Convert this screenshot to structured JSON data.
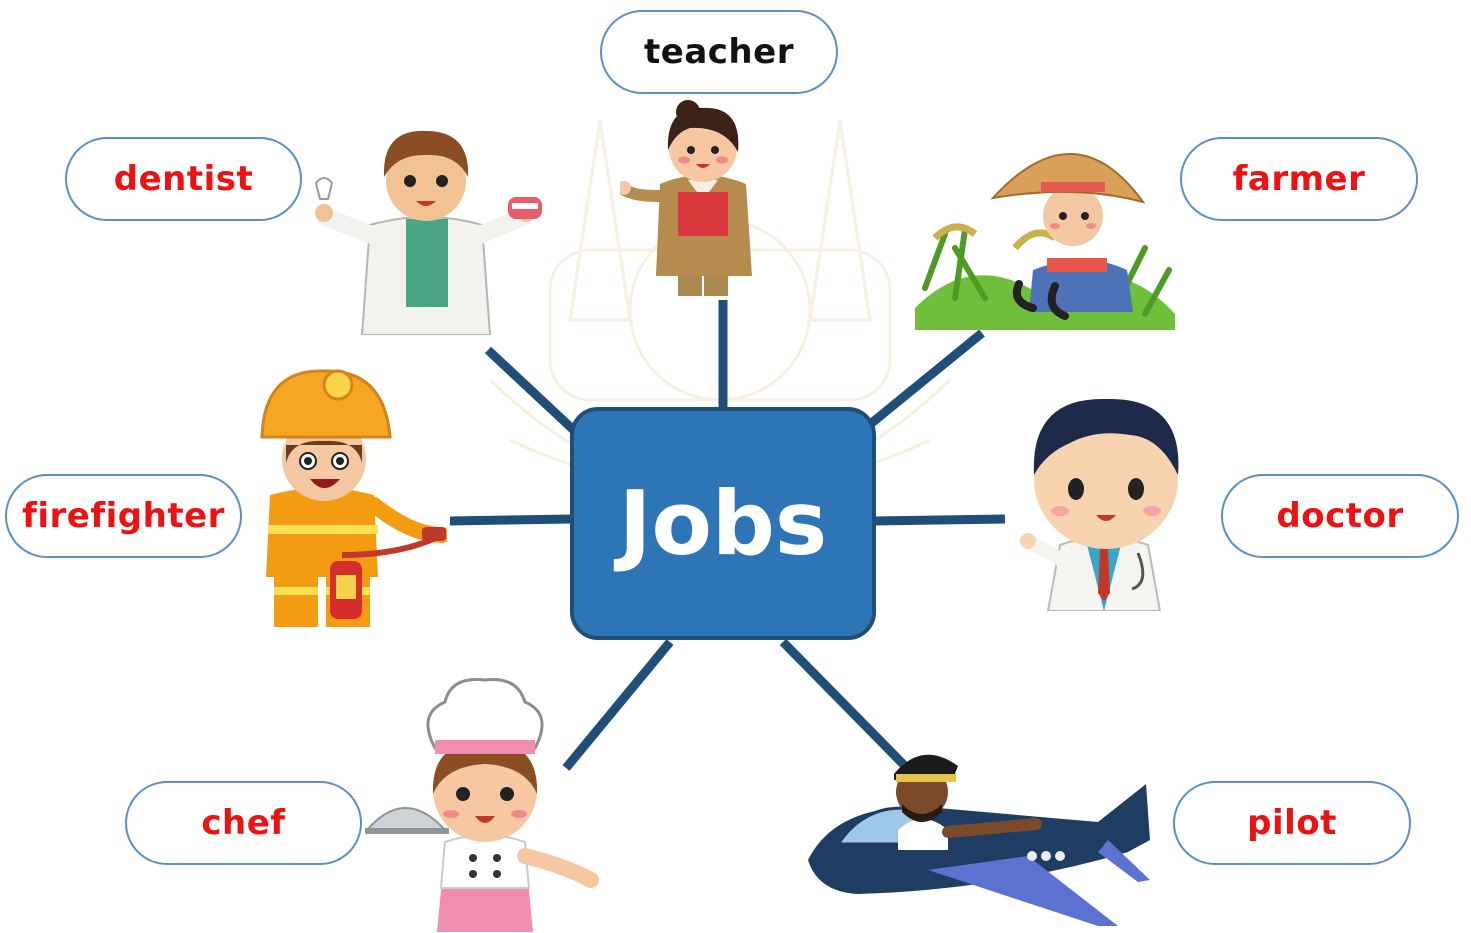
{
  "hub": {
    "label": "Jobs",
    "fill": "#2e75b6",
    "border": "#1f4e79"
  },
  "connector_color": "#1f4e79",
  "label_border_color": "#5b8fc7",
  "jobs": [
    {
      "id": "teacher",
      "label": "teacher",
      "label_color": "#111111"
    },
    {
      "id": "dentist",
      "label": "dentist",
      "label_color": "#ee1111"
    },
    {
      "id": "farmer",
      "label": "farmer",
      "label_color": "#ee1111"
    },
    {
      "id": "firefighter",
      "label": "firefighter",
      "label_color": "#ee1111"
    },
    {
      "id": "doctor",
      "label": "doctor",
      "label_color": "#ee1111"
    },
    {
      "id": "chef",
      "label": "chef",
      "label_color": "#ee1111"
    },
    {
      "id": "pilot",
      "label": "pilot",
      "label_color": "#ee1111"
    }
  ],
  "illustrations": [
    "teacher-character-icon",
    "dentist-character-icon",
    "farmer-character-icon",
    "firefighter-character-icon",
    "doctor-character-icon",
    "chef-character-icon",
    "pilot-airplane-icon",
    "watermark-seal-icon"
  ]
}
